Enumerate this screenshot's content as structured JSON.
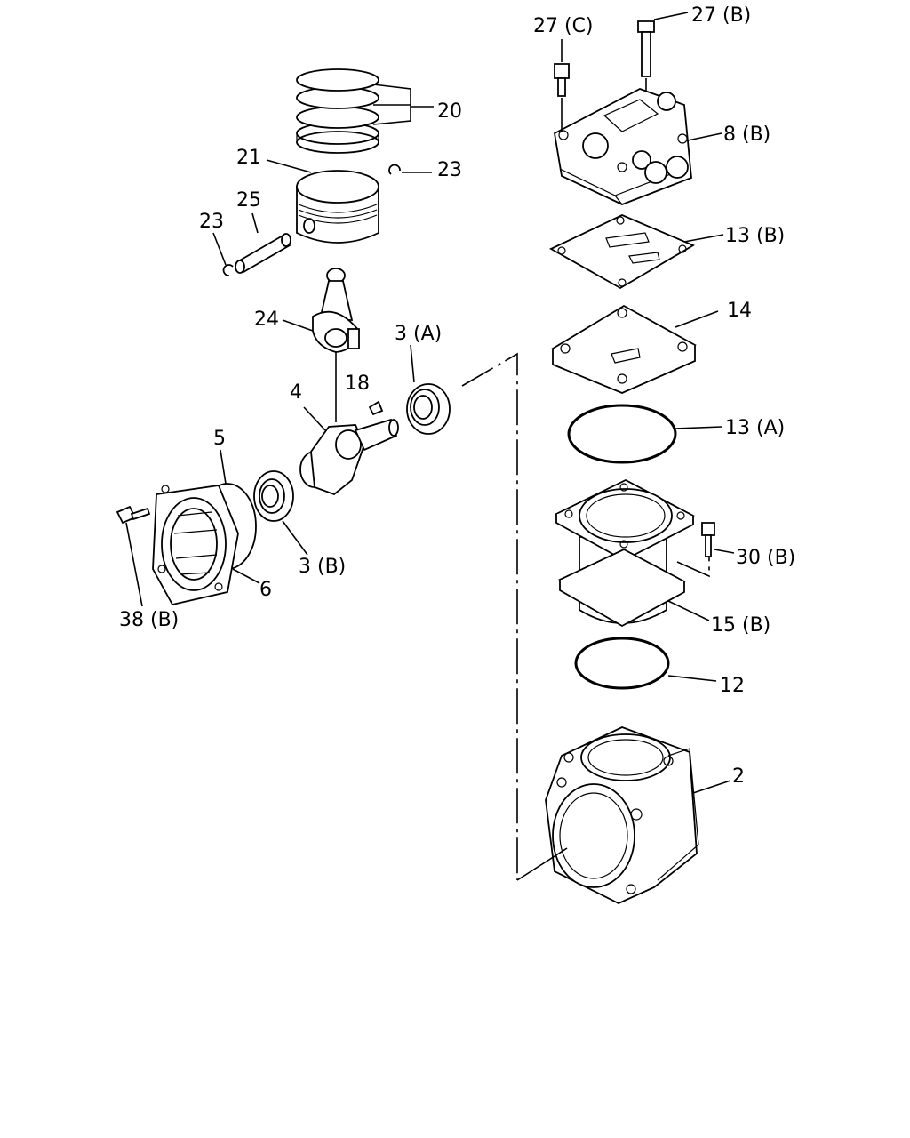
{
  "labels": {
    "p20": "20",
    "p21": "21",
    "p23a": "23",
    "p23b": "23",
    "p25": "25",
    "p24": "24",
    "p3a": "3 (A)",
    "p18": "18",
    "p4": "4",
    "p5": "5",
    "p3b": "3 (B)",
    "p6": "6",
    "p38b": "38 (B)",
    "p27c": "27 (C)",
    "p27b": "27 (B)",
    "p8b": "8 (B)",
    "p13b": "13 (B)",
    "p14": "14",
    "p13a": "13 (A)",
    "p30b": "30 (B)",
    "p15b": "15 (B)",
    "p12": "12",
    "p2": "2"
  }
}
